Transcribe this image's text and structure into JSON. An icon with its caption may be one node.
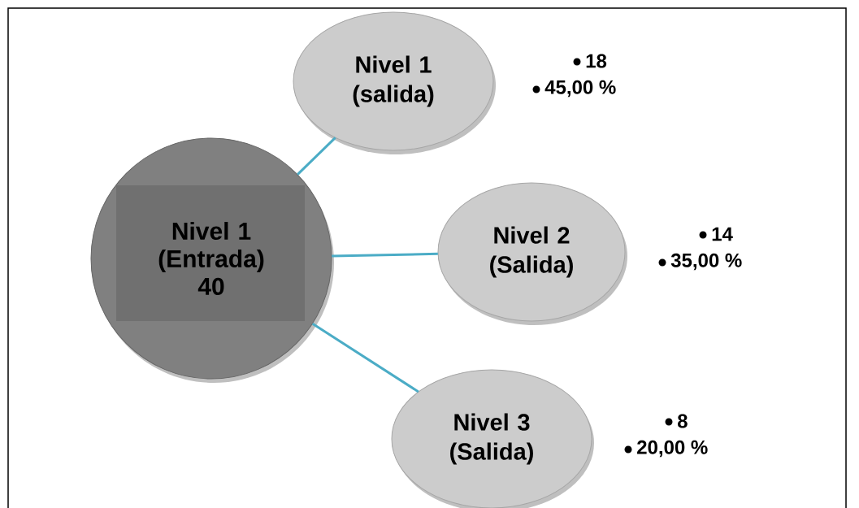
{
  "diagram": {
    "nodes": [
      {
        "text": [
          "Nivel 1 (Entrada) 40"
        ]
      },
      {
        "text": [
          "Nivel 1 (salida)"
        ],
        "beside": [
          "18",
          "45,00 %"
        ]
      },
      {
        "text": [
          "Nivel 2 (Salida)"
        ],
        "beside": [
          "14",
          "35,00 %"
        ]
      },
      {
        "text": [
          "Nivel 3 (Salida)"
        ],
        "beside": [
          "8",
          "20,00 %"
        ]
      }
    ],
    "edges": [
      {
        "from": 0,
        "to": 1,
        "arrow": "none"
      },
      {
        "from": 0,
        "to": 2,
        "arrow": "none"
      },
      {
        "from": 0,
        "to": 3,
        "arrow": "none"
      }
    ]
  }
}
